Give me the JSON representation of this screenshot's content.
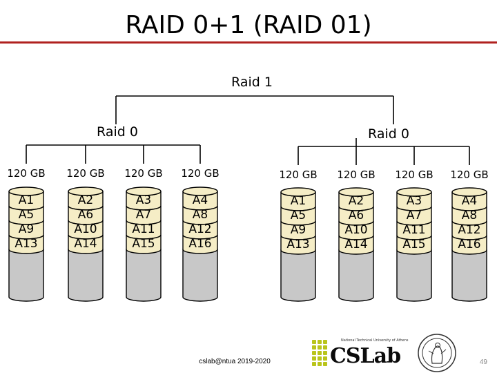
{
  "title": "RAID 0+1 (RAID 01)",
  "diagram": {
    "top_label": "Raid 1",
    "groups": [
      {
        "label": "Raid 0",
        "disks": [
          {
            "capacity": "120 GB",
            "blocks": [
              "A1",
              "A5",
              "A9",
              "A13"
            ]
          },
          {
            "capacity": "120 GB",
            "blocks": [
              "A2",
              "A6",
              "A10",
              "A14"
            ]
          },
          {
            "capacity": "120 GB",
            "blocks": [
              "A3",
              "A7",
              "A11",
              "A15"
            ]
          },
          {
            "capacity": "120 GB",
            "blocks": [
              "A4",
              "A8",
              "A12",
              "A16"
            ]
          }
        ]
      },
      {
        "label": "Raid 0",
        "disks": [
          {
            "capacity": "120 GB",
            "blocks": [
              "A1",
              "A5",
              "A9",
              "A13"
            ]
          },
          {
            "capacity": "120 GB",
            "blocks": [
              "A2",
              "A6",
              "A10",
              "A14"
            ]
          },
          {
            "capacity": "120 GB",
            "blocks": [
              "A3",
              "A7",
              "A11",
              "A15"
            ]
          },
          {
            "capacity": "120 GB",
            "blocks": [
              "A4",
              "A8",
              "A12",
              "A16"
            ]
          }
        ]
      }
    ],
    "colors": {
      "block_fill": "#f5edc6",
      "disk_body": "#c8c8c8",
      "line": "#000000"
    }
  },
  "footer": {
    "text": "cslab@ntua 2019-2020",
    "page_number": "49"
  },
  "logo": {
    "subtitle": "National Technical University of Athens",
    "wordmark": "CSLab"
  }
}
